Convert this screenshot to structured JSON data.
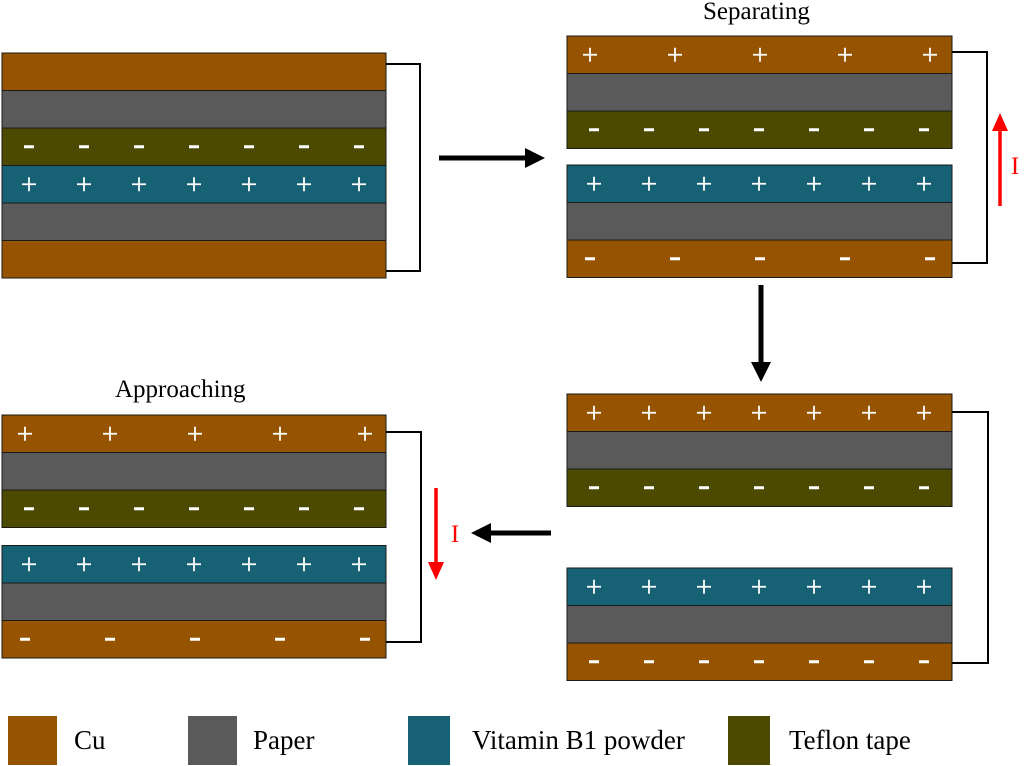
{
  "colors": {
    "cu": "#975400",
    "paper": "#5a5a5a",
    "vitamin": "#166174",
    "teflon": "#4b4a00",
    "wire": "#000000",
    "current": "#ff0000",
    "flow_arrow": "#000000",
    "charge": "#ffffff"
  },
  "titles": {
    "separating": "Separating",
    "approaching": "Approaching"
  },
  "current_label": "I",
  "legend": [
    {
      "material": "cu",
      "label": "Cu"
    },
    {
      "material": "paper",
      "label": "Paper"
    },
    {
      "material": "vitamin",
      "label": "Vitamin B1 powder"
    },
    {
      "material": "teflon",
      "label": "Teflon tape"
    }
  ],
  "stages": [
    {
      "id": "contact",
      "title": "",
      "upper": [
        {
          "material": "cu",
          "charge": "",
          "count": 0
        },
        {
          "material": "paper",
          "charge": "",
          "count": 0
        },
        {
          "material": "teflon",
          "charge": "-",
          "count": 7
        }
      ],
      "lower": [
        {
          "material": "vitamin",
          "charge": "+",
          "count": 7
        },
        {
          "material": "paper",
          "charge": "",
          "count": 0
        },
        {
          "material": "cu",
          "charge": "",
          "count": 0
        }
      ],
      "current": "none"
    },
    {
      "id": "separating",
      "title": "Separating",
      "upper": [
        {
          "material": "cu",
          "charge": "+",
          "count": 5
        },
        {
          "material": "paper",
          "charge": "",
          "count": 0
        },
        {
          "material": "teflon",
          "charge": "-",
          "count": 7
        }
      ],
      "lower": [
        {
          "material": "vitamin",
          "charge": "+",
          "count": 7
        },
        {
          "material": "paper",
          "charge": "",
          "count": 0
        },
        {
          "material": "cu",
          "charge": "-",
          "count": 5
        }
      ],
      "current": "up"
    },
    {
      "id": "separated",
      "title": "",
      "upper": [
        {
          "material": "cu",
          "charge": "+",
          "count": 7
        },
        {
          "material": "paper",
          "charge": "",
          "count": 0
        },
        {
          "material": "teflon",
          "charge": "-",
          "count": 7
        }
      ],
      "lower": [
        {
          "material": "vitamin",
          "charge": "+",
          "count": 7
        },
        {
          "material": "paper",
          "charge": "",
          "count": 0
        },
        {
          "material": "cu",
          "charge": "-",
          "count": 7
        }
      ],
      "current": "none"
    },
    {
      "id": "approaching",
      "title": "Approaching",
      "upper": [
        {
          "material": "cu",
          "charge": "+",
          "count": 5
        },
        {
          "material": "paper",
          "charge": "",
          "count": 0
        },
        {
          "material": "teflon",
          "charge": "-",
          "count": 7
        }
      ],
      "lower": [
        {
          "material": "vitamin",
          "charge": "+",
          "count": 7
        },
        {
          "material": "paper",
          "charge": "",
          "count": 0
        },
        {
          "material": "cu",
          "charge": "-",
          "count": 5
        }
      ],
      "current": "down"
    }
  ],
  "flow": [
    "contact",
    "separating",
    "separated",
    "approaching"
  ]
}
